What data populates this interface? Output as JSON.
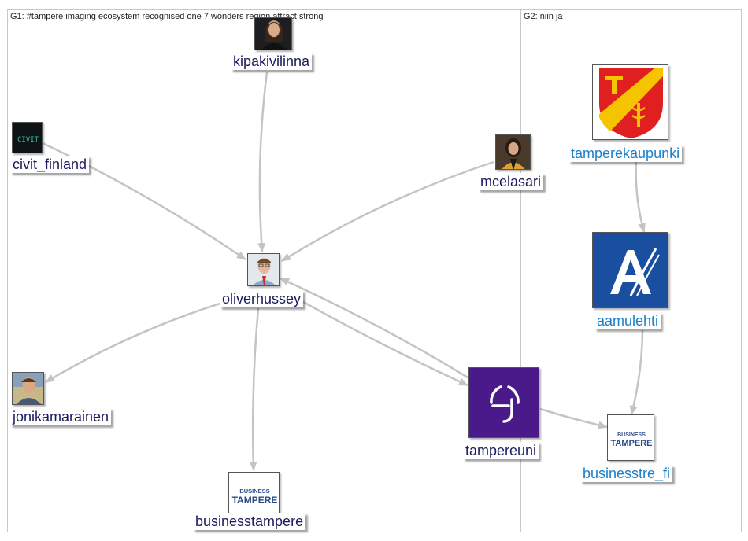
{
  "groups": [
    {
      "id": "G1",
      "title": "G1: #tampere imaging ecosystem recognised one 7 wonders region attract strong"
    },
    {
      "id": "G2",
      "title": "G2: niin ja"
    }
  ],
  "nodes": {
    "kipakivilinna": {
      "label": "kipakivilinna",
      "icon": "portrait-photo"
    },
    "civit_finland": {
      "label": "civit_finland",
      "icon": "civit-logo",
      "logo_text": "CIVIT"
    },
    "mcelasari": {
      "label": "mcelasari",
      "icon": "portrait-photo"
    },
    "oliverhussey": {
      "label": "oliverhussey",
      "icon": "portrait-photo"
    },
    "jonikamarainen": {
      "label": "jonikamarainen",
      "icon": "portrait-photo"
    },
    "businesstampere": {
      "label": "businesstampere",
      "icon": "business-tampere-logo",
      "logo_line1": "BUSINESS",
      "logo_line2": "TAMPERE"
    },
    "tampereuni": {
      "label": "tampereuni",
      "icon": "tampere-uni-logo"
    },
    "tamperekaupunki": {
      "label": "tamperekaupunki",
      "icon": "tampere-coat-of-arms"
    },
    "aamulehti": {
      "label": "aamulehti",
      "icon": "aamulehti-logo"
    },
    "businesstre_fi": {
      "label": "businesstre_fi",
      "icon": "business-tampere-logo",
      "logo_line1": "BUSINESS",
      "logo_line2": "TAMPERE"
    }
  },
  "edges": [
    {
      "from": "kipakivilinna",
      "to": "oliverhussey"
    },
    {
      "from": "civit_finland",
      "to": "oliverhussey"
    },
    {
      "from": "mcelasari",
      "to": "oliverhussey"
    },
    {
      "from": "oliverhussey",
      "to": "jonikamarainen"
    },
    {
      "from": "oliverhussey",
      "to": "businesstampere"
    },
    {
      "from": "oliverhussey",
      "to": "tampereuni"
    },
    {
      "from": "tampereuni",
      "to": "oliverhussey"
    },
    {
      "from": "tampereuni",
      "to": "businesstre_fi"
    },
    {
      "from": "tamperekaupunki",
      "to": "aamulehti"
    },
    {
      "from": "aamulehti",
      "to": "businesstre_fi"
    }
  ],
  "colors": {
    "edge": "#c4c4c4",
    "g1_label": "#1a1a5e",
    "g2_label": "#1a7fc8",
    "panel_border": "#c8c8c8",
    "tampereuni_bg": "#4a1a8a",
    "aamulehti_bg": "#1a4fa0",
    "coat_red": "#e02020",
    "coat_yellow": "#f5c400"
  }
}
